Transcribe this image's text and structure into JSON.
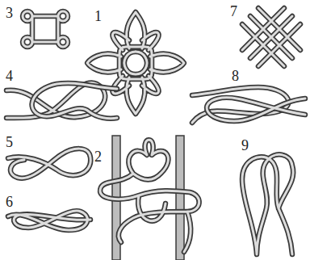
{
  "diagram": {
    "labels": [
      "3",
      "1",
      "7",
      "4",
      "8",
      "5",
      "2",
      "9",
      "6"
    ]
  }
}
